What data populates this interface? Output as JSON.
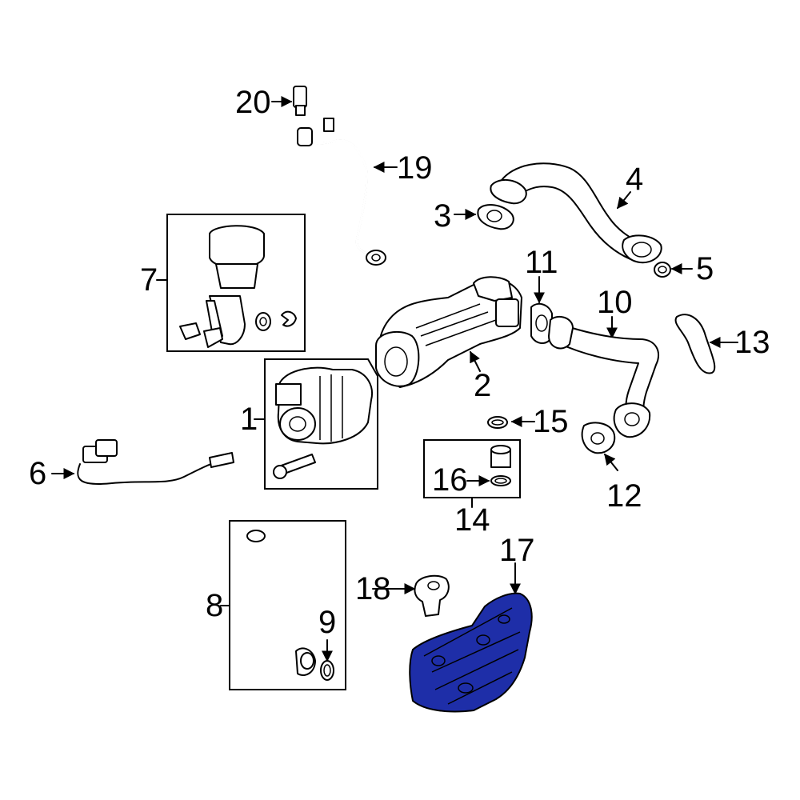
{
  "callouts": {
    "c1": "1",
    "c2": "2",
    "c3": "3",
    "c4": "4",
    "c5": "5",
    "c6": "6",
    "c7": "7",
    "c8": "8",
    "c9": "9",
    "c10": "10",
    "c11": "11",
    "c12": "12",
    "c13": "13",
    "c14": "14",
    "c15": "15",
    "c16": "16",
    "c17": "17",
    "c18": "18",
    "c19": "19",
    "c20": "20"
  },
  "colors": {
    "line": "#000000",
    "highlight_part": "#1e2ea8",
    "background": "#ffffff"
  },
  "highlighted_callout": "17"
}
